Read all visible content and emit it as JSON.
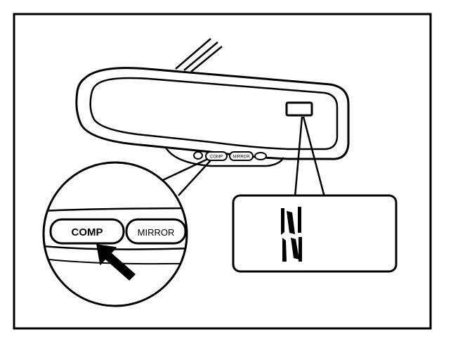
{
  "diagram": {
    "mirror_buttons": [
      {
        "name": "power",
        "label": ""
      },
      {
        "name": "comp",
        "label": "COMP"
      },
      {
        "name": "mirror",
        "label": "MIRROR"
      },
      {
        "name": "extra",
        "label": ""
      }
    ],
    "callout_buttons": {
      "comp_label": "COMP",
      "mirror_label": "MIRROR"
    },
    "display_reading": "N",
    "colors": {
      "ink": "#000000",
      "paper": "#ffffff"
    }
  }
}
